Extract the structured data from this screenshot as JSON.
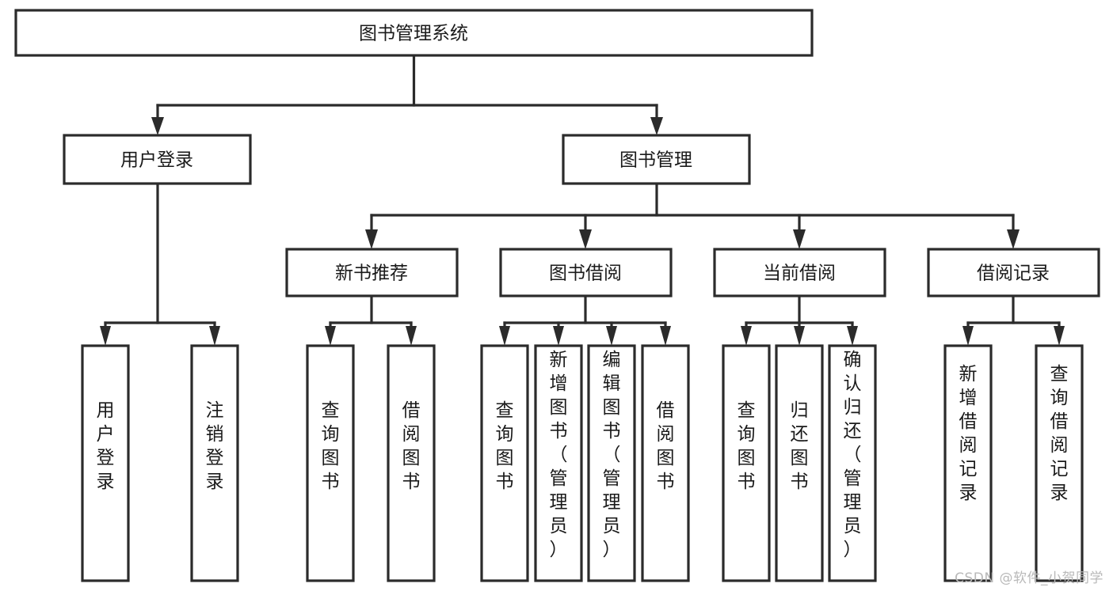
{
  "diagram": {
    "title": "图书管理系统",
    "type": "tree",
    "orientation": "top-down",
    "background_color": "#ffffff",
    "line_color": "#2b2b2b",
    "text_color": "#1a1a1a",
    "root": {
      "id": "root",
      "label": "图书管理系统"
    },
    "level2": [
      {
        "id": "user-login",
        "label": "用户登录"
      },
      {
        "id": "book-manage",
        "label": "图书管理"
      }
    ],
    "level3": [
      {
        "id": "new-book-recommend",
        "label": "新书推荐",
        "parent": "book-manage"
      },
      {
        "id": "book-borrow",
        "label": "图书借阅",
        "parent": "book-manage"
      },
      {
        "id": "current-borrow",
        "label": "当前借阅",
        "parent": "book-manage"
      },
      {
        "id": "borrow-record",
        "label": "借阅记录",
        "parent": "book-manage"
      }
    ],
    "leaves": {
      "user-login": [
        {
          "id": "leaf-user-login",
          "label": "用户登录"
        },
        {
          "id": "leaf-logout",
          "label": "注销登录"
        }
      ],
      "new-book-recommend": [
        {
          "id": "leaf-query-book-1",
          "label": "查询图书"
        },
        {
          "id": "leaf-borrow-book-1",
          "label": "借阅图书"
        }
      ],
      "book-borrow": [
        {
          "id": "leaf-query-book-2",
          "label": "查询图书"
        },
        {
          "id": "leaf-add-book",
          "label": "新增图书（管理员）"
        },
        {
          "id": "leaf-edit-book",
          "label": "编辑图书（管理员）"
        },
        {
          "id": "leaf-borrow-book-2",
          "label": "借阅图书"
        }
      ],
      "current-borrow": [
        {
          "id": "leaf-query-book-3",
          "label": "查询图书"
        },
        {
          "id": "leaf-return-book",
          "label": "归还图书"
        },
        {
          "id": "leaf-confirm-return",
          "label": "确认归还（管理员）"
        }
      ],
      "borrow-record": [
        {
          "id": "leaf-add-record",
          "label": "新增借阅记录"
        },
        {
          "id": "leaf-query-record",
          "label": "查询借阅记录"
        }
      ]
    }
  },
  "watermark": {
    "text": "CSDN @软件_小贺同学"
  }
}
